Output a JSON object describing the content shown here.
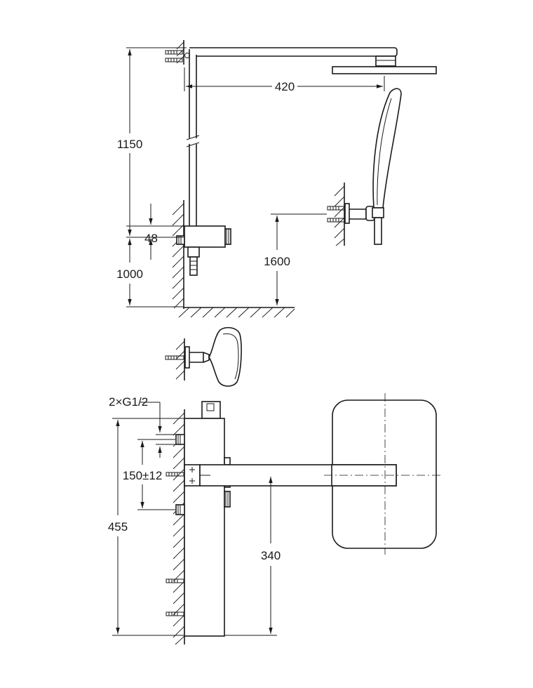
{
  "dimensions": {
    "arm_length": "420",
    "arm_height": "1150",
    "valve_offset": "48",
    "valve_height": "1000",
    "handshower_bracket_height": "1600",
    "inlet_thread": "2×G1/2",
    "inlet_spacing": "150±12",
    "body_height": "455",
    "arm_center_height": "340"
  }
}
